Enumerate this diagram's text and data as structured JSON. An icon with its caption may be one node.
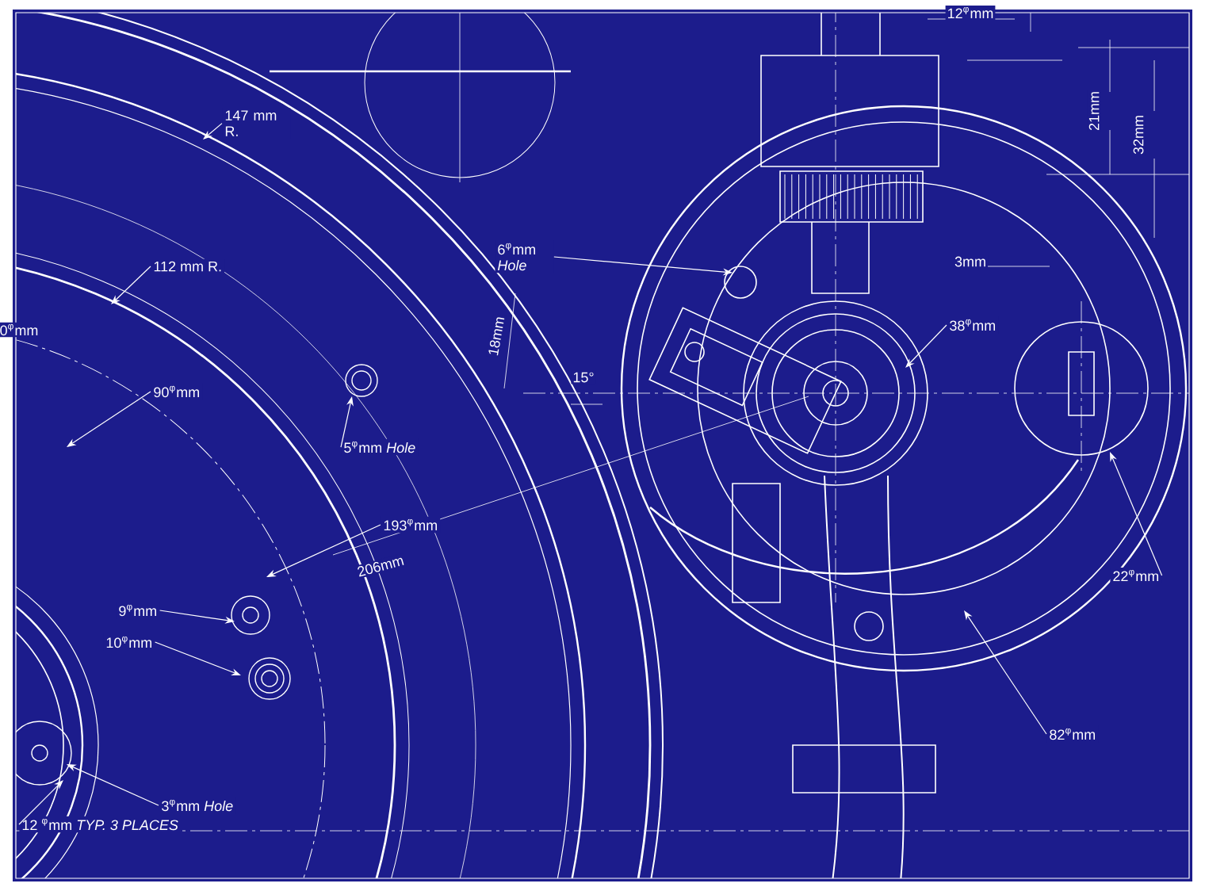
{
  "diagram": {
    "nodes": [
      {
        "text": [
          "147 mm R."
        ]
      },
      {
        "text": [
          "112 mm R."
        ]
      },
      {
        "text": [
          "90$^{φ}$mm"
        ]
      },
      {
        "text": [
          "5$^{φ}$mm *Hole*"
        ]
      },
      {
        "text": [
          "193$^{φ}$mm"
        ]
      },
      {
        "text": [
          "9$^{φ}$mm"
        ]
      },
      {
        "text": [
          "10$^{φ}$mm"
        ]
      },
      {
        "text": [
          "3$^{φ}$mm *Hole*"
        ]
      },
      {
        "text": [
          "12 $^{φ}$mm *TYP. 3 PLACES*"
        ]
      },
      {
        "text": [
          "6$^{φ}$mm *Hole*"
        ]
      },
      {
        "text": [
          "38$^{φ}$mm"
        ]
      },
      {
        "text": [
          "22$^{φ}$mm"
        ]
      },
      {
        "text": [
          "82$^{φ}$mm"
        ]
      }
    ],
    "edges": [
      {
        "from": 0,
        "to": null,
        "arrow": "to"
      },
      {
        "from": 1,
        "to": null,
        "arrow": "to"
      },
      {
        "from": 2,
        "to": null,
        "arrow": "to"
      },
      {
        "from": 3,
        "to": null,
        "arrow": "to"
      },
      {
        "from": 4,
        "to": null,
        "arrow": "to"
      },
      {
        "from": 5,
        "to": null,
        "arrow": "to"
      },
      {
        "from": 6,
        "to": null,
        "arrow": "to"
      },
      {
        "from": 7,
        "to": null,
        "arrow": "to"
      },
      {
        "from": 8,
        "to": null,
        "arrow": "to"
      },
      {
        "from": 9,
        "to": null,
        "arrow": "to"
      },
      {
        "from": 10,
        "to": null,
        "arrow": "to"
      },
      {
        "from": 11,
        "to": null,
        "arrow": "to"
      },
      {
        "from": 12,
        "to": null,
        "arrow": "to"
      }
    ],
    "labels": [
      "12$^{φ}$mm",
      "21mm",
      "32mm",
      "0$^{φ}$mm",
      "18mm",
      "3mm",
      "15°",
      "206mm"
    ]
  }
}
